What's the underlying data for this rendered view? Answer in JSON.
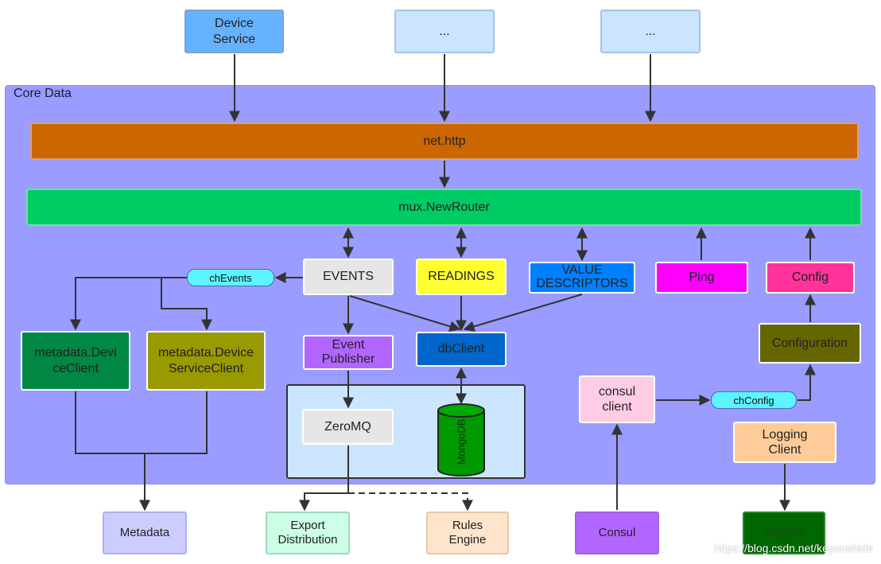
{
  "core_data_label": "Core Data",
  "top": {
    "device_service": "Device\nService",
    "placeholder_1": "...",
    "placeholder_2": "..."
  },
  "layers": {
    "net_http": "net.http",
    "router": "mux.NewRouter"
  },
  "endpoints": {
    "events": "EVENTS",
    "readings": "READINGS",
    "value_descriptors": "VALUE\nDESCRIPTORS",
    "ping": "Ping",
    "config": "Config"
  },
  "channels": {
    "ch_events": "chEvents",
    "ch_config": "chConfig"
  },
  "components": {
    "metadata_device_client": "metadata.Devi\nceClient",
    "metadata_device_service_client": "metadata.Device\nServiceClient",
    "event_publisher": "Event\nPublisher",
    "db_client": "dbClient",
    "zeromq": "ZeroMQ",
    "mongodb": "MongoDB",
    "consul_client": "consul\nclient",
    "configuration": "Configuration",
    "logging_client": "Logging\nClient"
  },
  "external": {
    "metadata": "Metadata",
    "export_distribution": "Export\nDistribution",
    "rules_engine": "Rules\nEngine",
    "consul": "Consul",
    "logging": "logging"
  },
  "watermark": "https://blog.csdn.net/keyoushide",
  "colors": {
    "core_panel": "#9a9cff",
    "net_http": "#cc6600",
    "router": "#00cc66",
    "events": "#e6e6e6",
    "readings": "#ffff33",
    "value_descriptors": "#0080ff",
    "ping": "#ff00ff",
    "config": "#ff3399",
    "db_client": "#0066cc",
    "event_publisher": "#b266ff",
    "configuration": "#666600",
    "logging_external": "#006600",
    "consul_external": "#b266ff",
    "mongodb": "#009900",
    "channel": "#5cf5ff"
  }
}
